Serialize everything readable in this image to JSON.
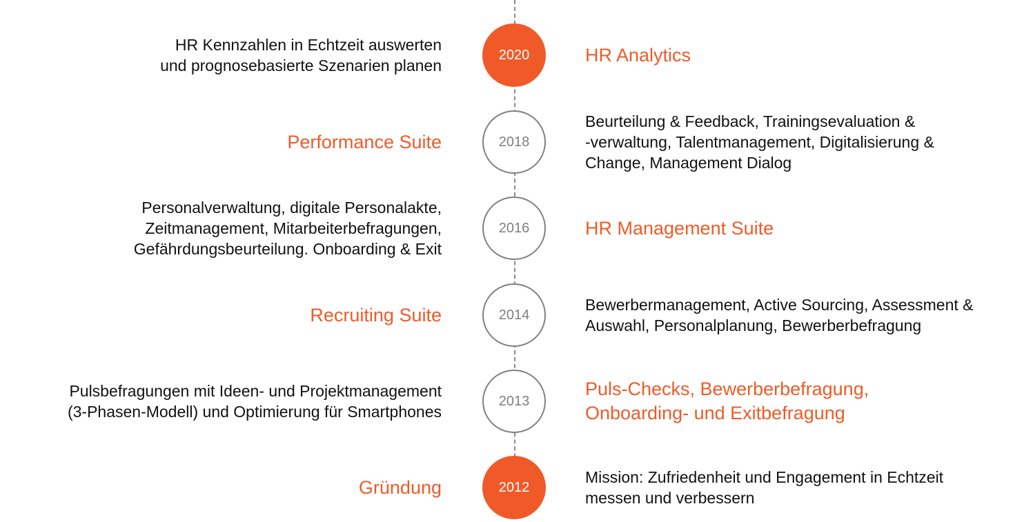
{
  "colors": {
    "accent": "#f05a28",
    "outline": "#7f7f7f",
    "text": "#111111"
  },
  "milestones": [
    {
      "year": "2020",
      "filled": true,
      "title": "HR Analytics",
      "title_side": "right",
      "description": "HR Kennzahlen in Echtzeit auswerten\nund prognosebasierte Szenarien planen"
    },
    {
      "year": "2018",
      "filled": false,
      "title": "Performance Suite",
      "title_side": "left",
      "description": "Beurteilung & Feedback, Trainingsevaluation &\n-verwaltung, Talentmanagement, Digitalisierung &\nChange, Management Dialog"
    },
    {
      "year": "2016",
      "filled": false,
      "title": "HR Management Suite",
      "title_side": "right",
      "description": "Personalverwaltung, digitale Personalakte,\nZeitmanagement, Mitarbeiterbefragungen,\nGefährdungsbeurteilung. Onboarding & Exit"
    },
    {
      "year": "2014",
      "filled": false,
      "title": "Recruiting Suite",
      "title_side": "left",
      "description": "Bewerbermanagement, Active Sourcing, Assessment &\nAuswahl, Personalplanung, Bewerberbefragung"
    },
    {
      "year": "2013",
      "filled": false,
      "title": "Puls-Checks, Bewerberbefragung,\nOnboarding- und Exitbefragung",
      "title_side": "right",
      "description": "Pulsbefragungen mit Ideen- und Projektmanagement\n(3-Phasen-Modell) und Optimierung für Smartphones"
    },
    {
      "year": "2012",
      "filled": true,
      "title": "Gründung",
      "title_side": "left",
      "description": "Mission: Zufriedenheit und Engagement in Echtzeit\nmessen und verbessern"
    }
  ]
}
